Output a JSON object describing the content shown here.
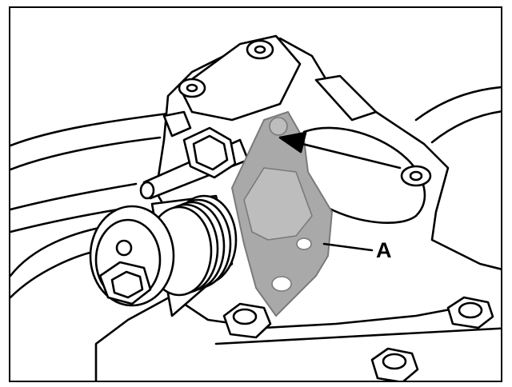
{
  "figure": {
    "callouts": [
      {
        "id": "A",
        "text": "A"
      }
    ],
    "colors": {
      "line": "#000000",
      "highlight": "#a9a9a9",
      "background": "#ffffff"
    },
    "icons": [
      "arrow-pointer",
      "leader-line"
    ]
  }
}
